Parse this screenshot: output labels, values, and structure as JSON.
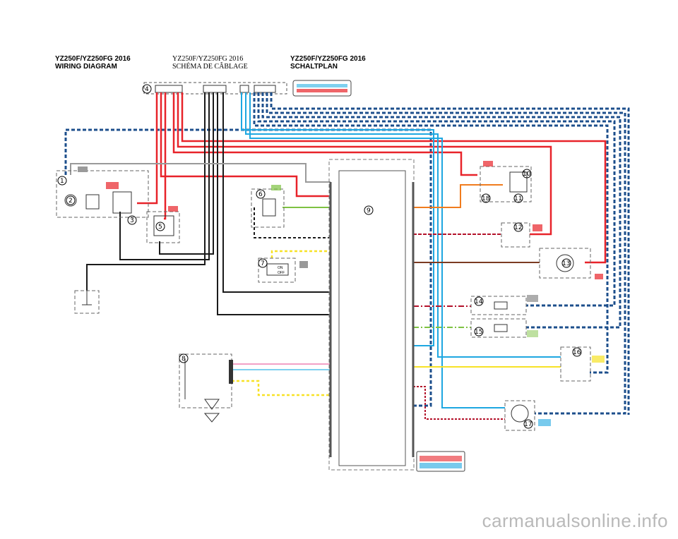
{
  "titles": {
    "en": "YZ250F/YZ250FG 2016\nWIRING DIAGRAM",
    "fr": "YZ250F/YZ250FG 2016\nSCHÉMA DE CÂBLAGE",
    "de": "YZ250F/YZ250FG 2016\nSCHALTPLAN"
  },
  "component_labels": [
    "1",
    "2",
    "3",
    "4",
    "5",
    "6",
    "7",
    "8",
    "9",
    "10",
    "11",
    "12",
    "13",
    "14",
    "15",
    "16",
    "17",
    "18"
  ],
  "switch_labels": {
    "on": "ON",
    "off": "OFF"
  },
  "watermark": "carmanualsonline.info",
  "wire_colors": {
    "red": "#e8232a",
    "black": "#1a1a1a",
    "blue": "#1ea7e1",
    "gray": "#9a9a9a",
    "green": "#7ec242",
    "orange": "#f07c1e",
    "yellow": "#f7e227",
    "pink": "#f2a1c6",
    "lightblue": "#7fd0ef",
    "darkblue": "#1d4f8c",
    "brown": "#7b3b22",
    "darkred": "#b3112a"
  }
}
